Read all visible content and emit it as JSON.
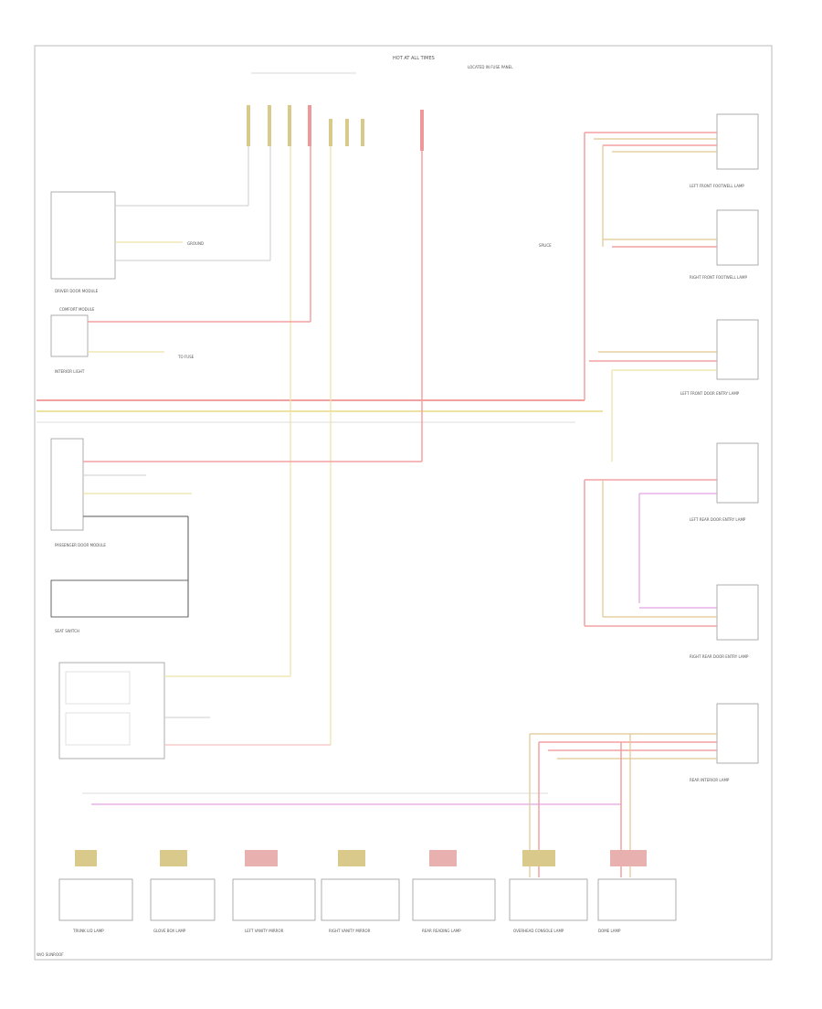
{
  "diagram": {
    "header": {
      "hot_at_all_times": "HOT AT ALL TIMES",
      "fuse_note": "LOCATED IN FUSE PANEL"
    },
    "left_modules": [
      {
        "id": "driver-door-module",
        "label": "DRIVER DOOR MODULE"
      },
      {
        "id": "interior-light",
        "label": "INTERIOR LIGHT"
      },
      {
        "id": "passenger-door-module",
        "label": "PASSENGER DOOR MODULE"
      },
      {
        "id": "front-seat-switch",
        "label": "SEAT SWITCH"
      }
    ],
    "right_components": [
      {
        "id": "lf-lamp",
        "label": "LEFT FRONT FOOTWELL LAMP"
      },
      {
        "id": "rf-lamp",
        "label": "RIGHT FRONT FOOTWELL LAMP"
      },
      {
        "id": "lf-door-lamp",
        "label": "LEFT FRONT DOOR ENTRY LAMP"
      },
      {
        "id": "lr-door-lamp",
        "label": "LEFT REAR DOOR ENTRY LAMP"
      },
      {
        "id": "rr-door-lamp",
        "label": "RIGHT REAR DOOR ENTRY LAMP"
      },
      {
        "id": "rear-lamp",
        "label": "REAR INTERIOR LAMP"
      }
    ],
    "bottom_components": [
      {
        "id": "trunk-lamp",
        "label": "TRUNK LID LAMP"
      },
      {
        "id": "glove-lamp",
        "label": "GLOVE BOX LAMP"
      },
      {
        "id": "left-vanity",
        "label": "LEFT VANITY MIRROR"
      },
      {
        "id": "right-vanity",
        "label": "RIGHT VANITY MIRROR"
      },
      {
        "id": "rear-reading",
        "label": "REAR READING LAMP"
      },
      {
        "id": "overhead",
        "label": "OVERHEAD CONSOLE LAMP"
      },
      {
        "id": "dome-lamp",
        "label": "DOME LAMP"
      }
    ],
    "misc_labels": {
      "ground": "GROUND",
      "bottom_left_note": "TO FUSE",
      "hot_splice": "SPLICE",
      "comfort_module": "COMFORT MODULE",
      "footer": "W/O SUNROOF"
    }
  }
}
